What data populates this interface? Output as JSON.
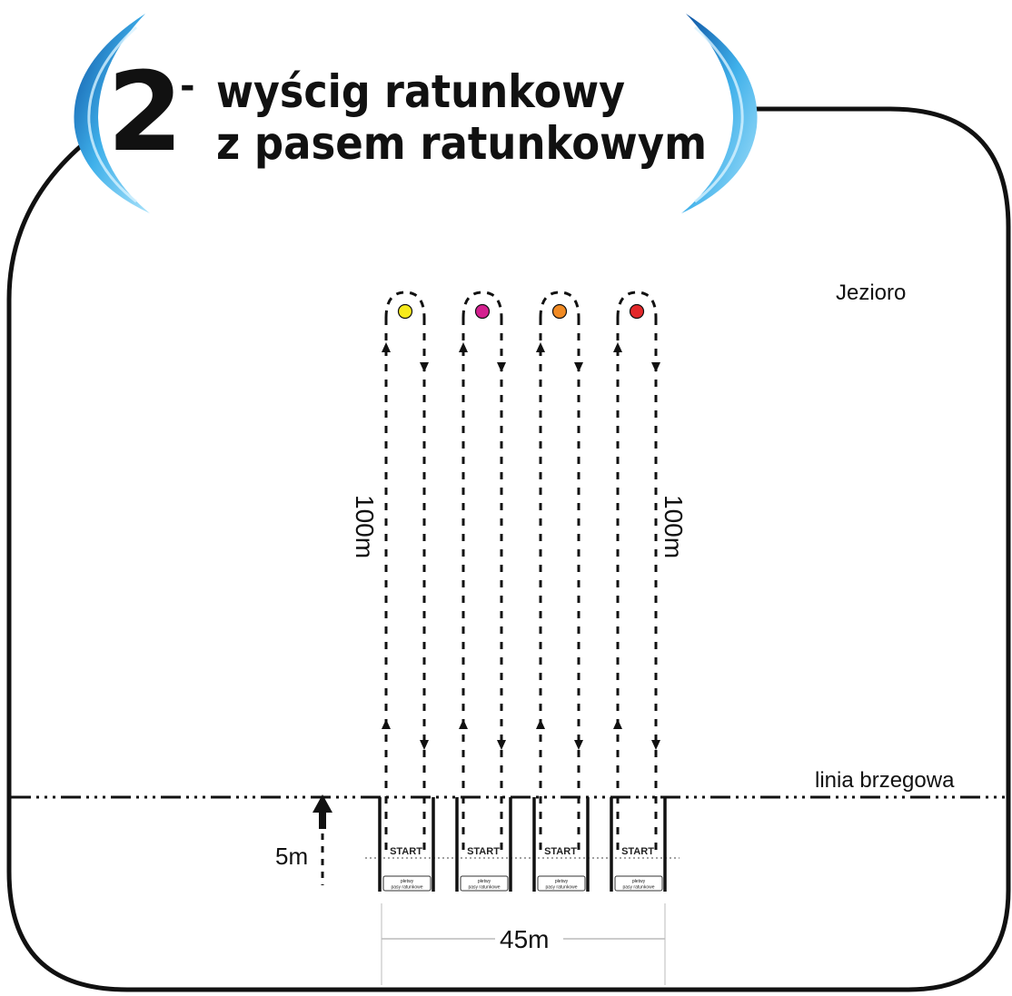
{
  "title": {
    "number": "2",
    "dash": "-",
    "line1": "wyścig ratunkowy",
    "line2": "z pasem ratunkowym"
  },
  "labels": {
    "lake": "Jezioro",
    "shoreline": "linia brzegowa",
    "distance_left": "100m",
    "distance_right": "100m",
    "shore_offset": "5m",
    "width": "45m"
  },
  "lanes": [
    {
      "buoy_color": "#f7ea1b",
      "start": "START",
      "box_line1": "płetwy",
      "box_line2": "pasy ratunkowe"
    },
    {
      "buoy_color": "#d4208f",
      "start": "START",
      "box_line1": "płetwy",
      "box_line2": "pasy ratunkowe"
    },
    {
      "buoy_color": "#f08a24",
      "start": "START",
      "box_line1": "płetwy",
      "box_line2": "pasy ratunkowe"
    },
    {
      "buoy_color": "#e3282a",
      "start": "START",
      "box_line1": "płetwy",
      "box_line2": "pasy ratunkowe"
    }
  ],
  "colors": {
    "water_accent": "#1e8ed6",
    "water_light": "#8fd3f4",
    "ink": "#111111"
  }
}
